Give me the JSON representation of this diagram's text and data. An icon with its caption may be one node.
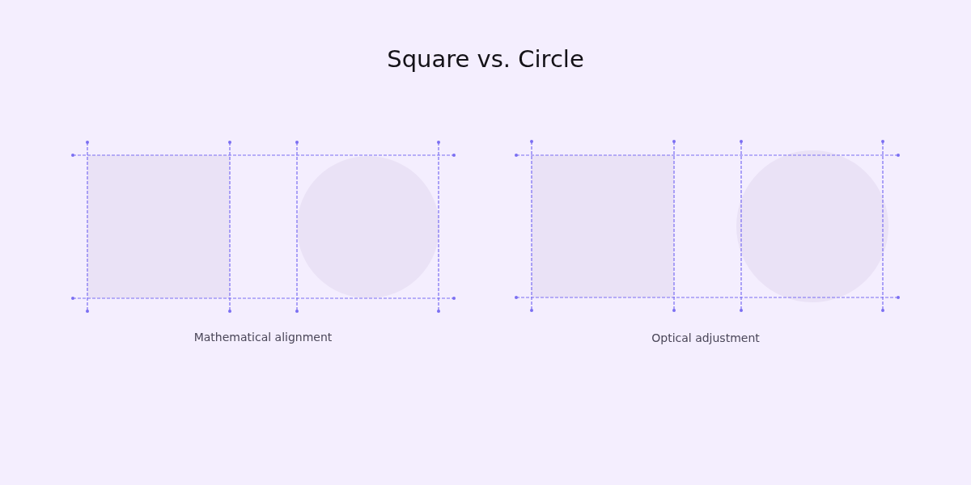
{
  "diagram": {
    "title": "Square vs. Circle",
    "labels": [
      "Mathematical alignment",
      "Optical adjustment"
    ]
  }
}
